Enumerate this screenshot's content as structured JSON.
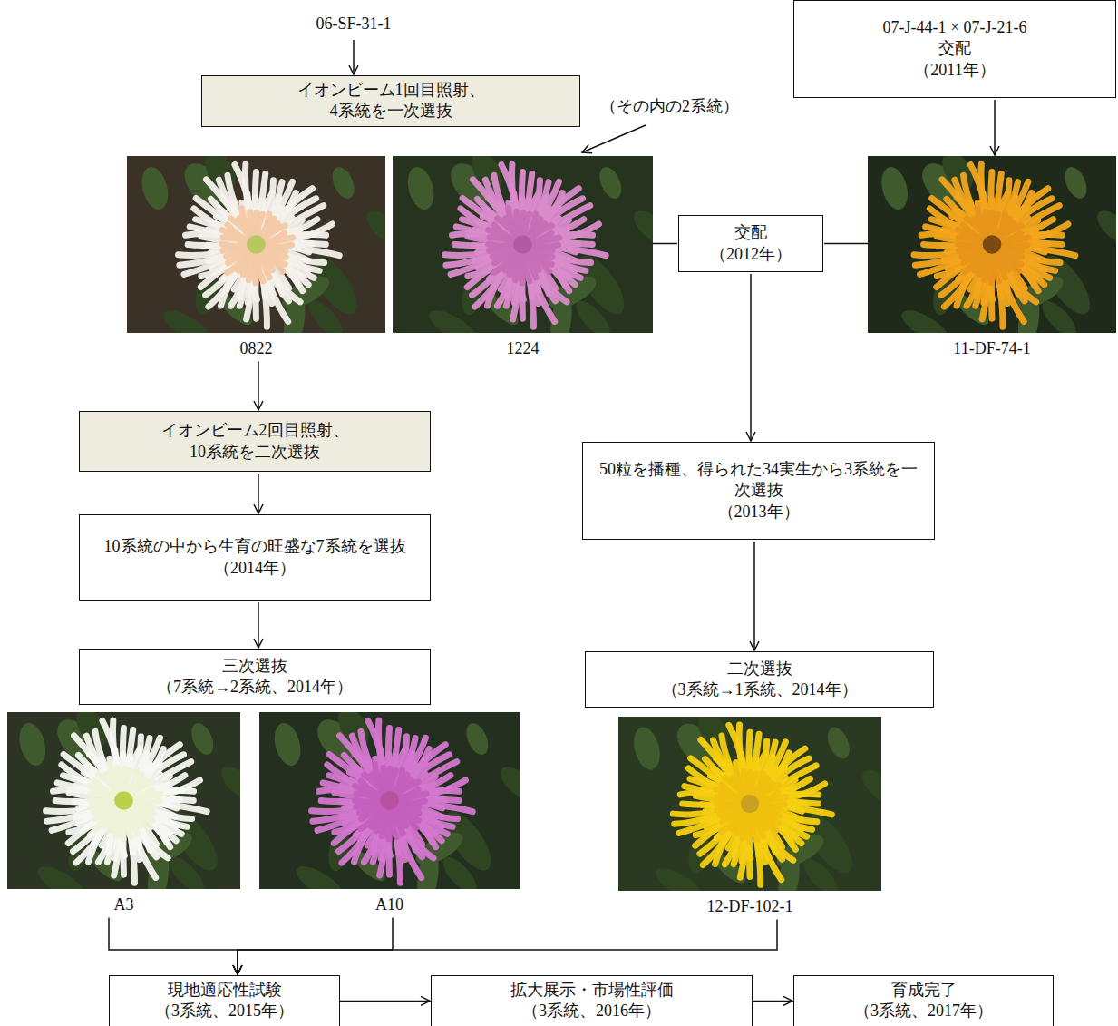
{
  "diagram": {
    "nodes": [
      {
        "text": [
          "06-SF-31-1"
        ]
      },
      {
        "text": [
          "07-J-44-1 × 07-J-21-6",
          "交配",
          "（2011年）"
        ]
      },
      {
        "text": [
          "イオンビーム1回目照射、",
          "4系統を一次選抜"
        ]
      },
      {
        "text": [
          "0822"
        ]
      },
      {
        "text": [
          "1224"
        ]
      },
      {
        "text": [
          "交配",
          "（2012年）"
        ]
      },
      {
        "text": [
          "11-DF-74-1"
        ]
      },
      {
        "text": [
          "イオンビーム2回目照射、",
          "10系統を二次選抜"
        ]
      },
      {
        "text": [
          "50粒を播種、得られた34実生から3系統を一次選抜",
          "（2013年）"
        ]
      },
      {
        "text": [
          "10系統の中から生育の旺盛な7系統を選抜",
          "（2014年）"
        ]
      },
      {
        "text": [
          "三次選抜",
          "（7系統→2系統、2014年）"
        ]
      },
      {
        "text": [
          "二次選抜",
          "（3系統→1系統、2014年）"
        ]
      },
      {
        "text": [
          "A3"
        ]
      },
      {
        "text": [
          "A10"
        ]
      },
      {
        "text": [
          "12-DF-102-1"
        ]
      },
      {
        "text": [
          "現地適応性試験",
          "（3系統、2015年）"
        ]
      },
      {
        "text": [
          "拡大展示・市場性評価",
          "（3系統、2016年）"
        ]
      },
      {
        "text": [
          "育成完了",
          "（3系統、2017年）"
        ]
      }
    ],
    "edges": [
      {
        "from": 0,
        "to": 2,
        "arrow": "to"
      },
      {
        "from": 1,
        "to": 6,
        "arrow": "to"
      },
      {
        "from": 4,
        "to": 5,
        "arrow": "none"
      },
      {
        "from": 6,
        "to": 5,
        "arrow": "none"
      },
      {
        "from": 3,
        "to": 7,
        "arrow": "to"
      },
      {
        "from": 5,
        "to": 8,
        "arrow": "to"
      },
      {
        "from": 7,
        "to": 9,
        "arrow": "to"
      },
      {
        "from": 8,
        "to": 11,
        "arrow": "to"
      },
      {
        "from": 9,
        "to": 10,
        "arrow": "to"
      },
      {
        "from": 12,
        "to": 15,
        "arrow": "to"
      },
      {
        "from": 13,
        "to": 15,
        "arrow": "to"
      },
      {
        "from": 14,
        "to": 15,
        "arrow": "to"
      },
      {
        "from": 15,
        "to": 16,
        "arrow": "to"
      },
      {
        "from": 16,
        "to": 17,
        "arrow": "to"
      }
    ],
    "labels": [
      "（その内の2系統）"
    ]
  }
}
